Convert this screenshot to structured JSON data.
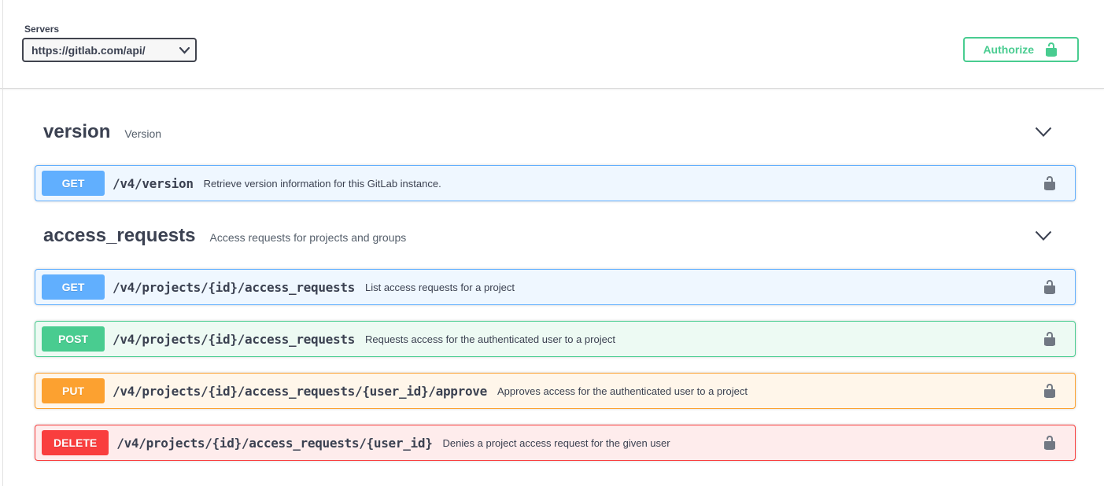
{
  "servers": {
    "label": "Servers",
    "selected": "https://gitlab.com/api/"
  },
  "authorize": {
    "label": "Authorize",
    "icon": "unlocked-padlock-icon"
  },
  "colors": {
    "accent_green": "#49cc90",
    "get": "#61affe",
    "get_bg": "#eff7ff",
    "post": "#49cc90",
    "post_bg": "#edfaf3",
    "put": "#fca130",
    "put_bg": "#fff6ea",
    "delete": "#f93e3e",
    "delete_bg": "#feecec",
    "heading": "#3b4151"
  },
  "icons": {
    "section_arrow": "chevron-down",
    "server_select_arrow": "chevron-down",
    "operation_auth": "unlocked-padlock"
  },
  "sections": [
    {
      "name": "version",
      "description": "Version",
      "operations": [
        {
          "method": "GET",
          "path": "/v4/version",
          "description": "Retrieve version information for this GitLab instance."
        }
      ]
    },
    {
      "name": "access_requests",
      "description": "Access requests for projects and groups",
      "operations": [
        {
          "method": "GET",
          "path": "/v4/projects/{id}/access_requests",
          "description": "List access requests for a project"
        },
        {
          "method": "POST",
          "path": "/v4/projects/{id}/access_requests",
          "description": "Requests access for the authenticated user to a project"
        },
        {
          "method": "PUT",
          "path": "/v4/projects/{id}/access_requests/{user_id}/approve",
          "description": "Approves access for the authenticated user to a project"
        },
        {
          "method": "DELETE",
          "path": "/v4/projects/{id}/access_requests/{user_id}",
          "description": "Denies a project access request for the given user"
        }
      ]
    }
  ]
}
